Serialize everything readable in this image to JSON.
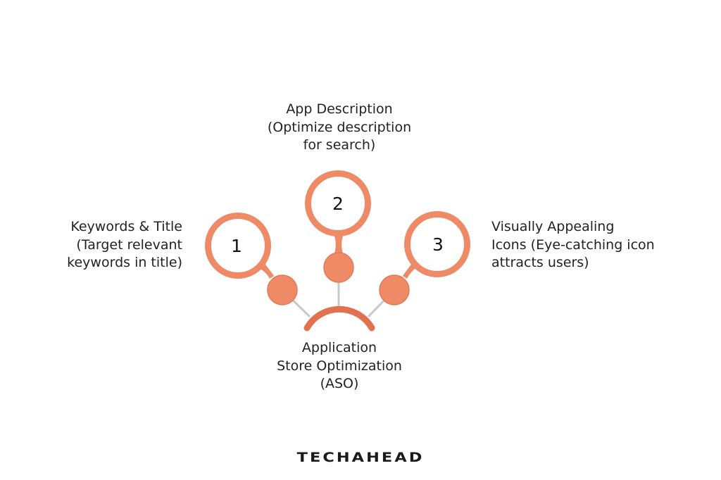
{
  "diagram": {
    "title": "Application Store Optimization (ASO)",
    "center": {
      "lines": [
        "Application",
        "Store Optimization",
        "(ASO)"
      ]
    },
    "nodes": [
      {
        "number": "1",
        "lines": [
          "Keywords & Title",
          "(Target relevant",
          "keywords in title)"
        ]
      },
      {
        "number": "2",
        "lines": [
          "App Description",
          "(Optimize description",
          "for search)"
        ]
      },
      {
        "number": "3",
        "lines": [
          "Visually Appealing",
          "Icons (Eye-catching icon",
          "attracts users)"
        ]
      }
    ],
    "colors": {
      "ring": "#ee8a66",
      "dot_fill": "#ee8a66",
      "dot_border": "#e07a58",
      "arc": "#e0724f",
      "connector": "#c8c8c8",
      "text": "#222222"
    }
  },
  "brand": {
    "logo_text": "TECHAHEAD"
  }
}
